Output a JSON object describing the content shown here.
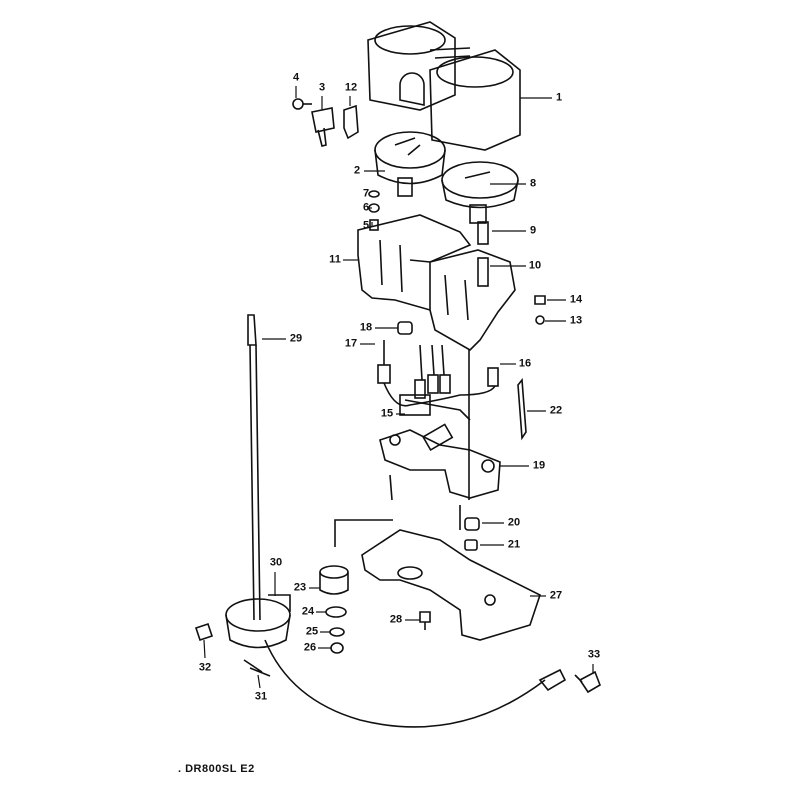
{
  "diagram": {
    "type": "exploded-parts-diagram",
    "caption": ". DR800SL  E2",
    "callouts": {
      "c1": "1",
      "c2": "2",
      "c3": "3",
      "c4": "4",
      "c5": "5",
      "c6": "6",
      "c7": "7",
      "c8": "8",
      "c9": "9",
      "c10": "10",
      "c11": "11",
      "c12": "12",
      "c13": "13",
      "c14": "14",
      "c15": "15",
      "c16": "16",
      "c17": "17",
      "c18": "18",
      "c19": "19",
      "c20": "20",
      "c21": "21",
      "c22": "22",
      "c23": "23",
      "c24": "24",
      "c25": "25",
      "c26": "26",
      "c27": "27",
      "c28": "28",
      "c29": "29",
      "c30": "30",
      "c31": "31",
      "c32": "32",
      "c33": "33"
    }
  }
}
